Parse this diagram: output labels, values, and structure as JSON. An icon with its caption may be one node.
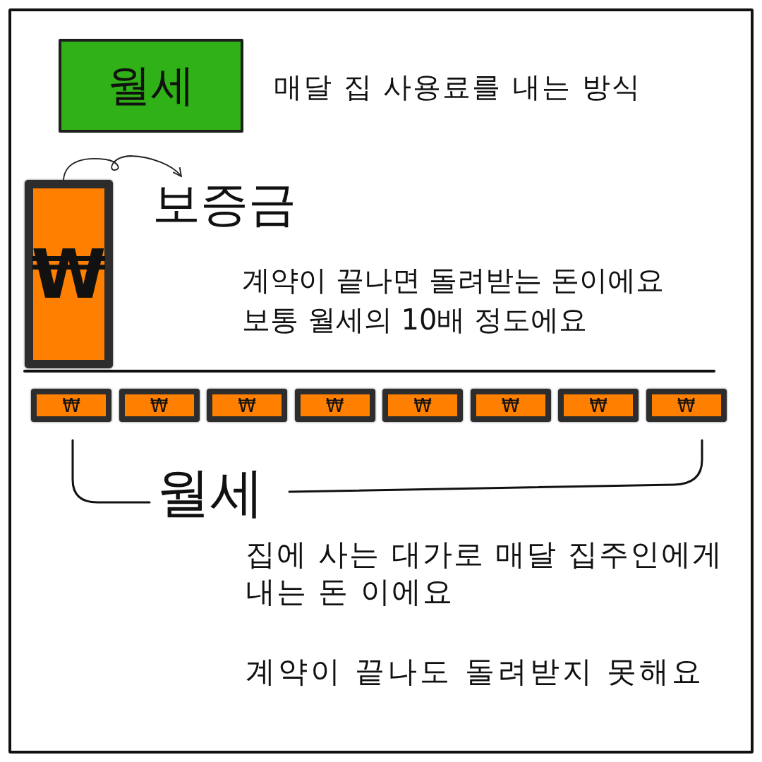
{
  "diagram": {
    "nodes": [
      {
        "text": [
          "월세"
        ],
        "beside": [
          "매달 집 사용료를 내는 방식"
        ]
      },
      {
        "text": [
          "₩"
        ]
      },
      {
        "text": [
          "보증금"
        ],
        "beside": [
          "계약이 끝나면 돌려받는 돈이에요",
          "보통 월세의 10배 정도에요"
        ]
      },
      {
        "text": [
          "₩"
        ]
      },
      {
        "text": [
          "₩"
        ]
      },
      {
        "text": [
          "₩"
        ]
      },
      {
        "text": [
          "₩"
        ]
      },
      {
        "text": [
          "₩"
        ]
      },
      {
        "text": [
          "₩"
        ]
      },
      {
        "text": [
          "₩"
        ]
      },
      {
        "text": [
          "₩"
        ]
      }
    ],
    "edges": [
      {
        "from": 1,
        "to": 2,
        "arrow": "to"
      }
    ],
    "labels": [
      "월세",
      "집에 사는 대가로 매달 집주인에게 내는 돈 이에요",
      "계약이 끝나도 돌려받지 못해요"
    ]
  }
}
